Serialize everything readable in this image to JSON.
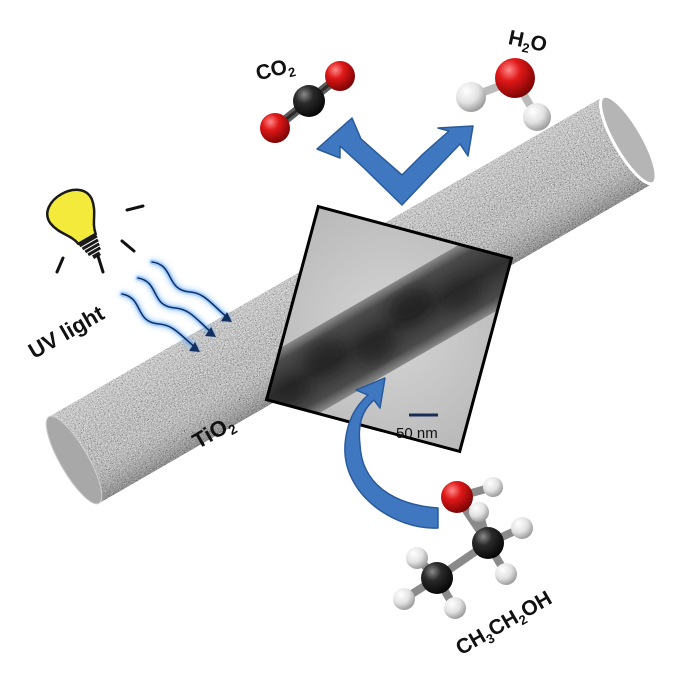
{
  "labels": {
    "co2": {
      "main": "CO",
      "sub": "2"
    },
    "h2o": {
      "pre": "H",
      "sub": "2",
      "post": "O"
    },
    "uv_light": "UV light",
    "tio2": {
      "main": "TiO",
      "sub": "2"
    },
    "ethanol": {
      "p1": "CH",
      "s1": "3",
      "p2": "CH",
      "s2": "2",
      "p3": "OH"
    },
    "scale_bar": "50 nm"
  },
  "colors": {
    "arrow_blue": "#3f78c0",
    "oxygen_red": "#d41414",
    "carbon_dark": "#1e1e1e",
    "hydrogen_white": "#e8e8e8",
    "bulb_yellow": "#f4ea3c",
    "uv_wave_glow": "#5aa7ff"
  },
  "icons": [
    "light-bulb-icon",
    "uv-wave-icon",
    "co2-molecule-icon",
    "h2o-molecule-icon",
    "ethanol-molecule-icon"
  ]
}
